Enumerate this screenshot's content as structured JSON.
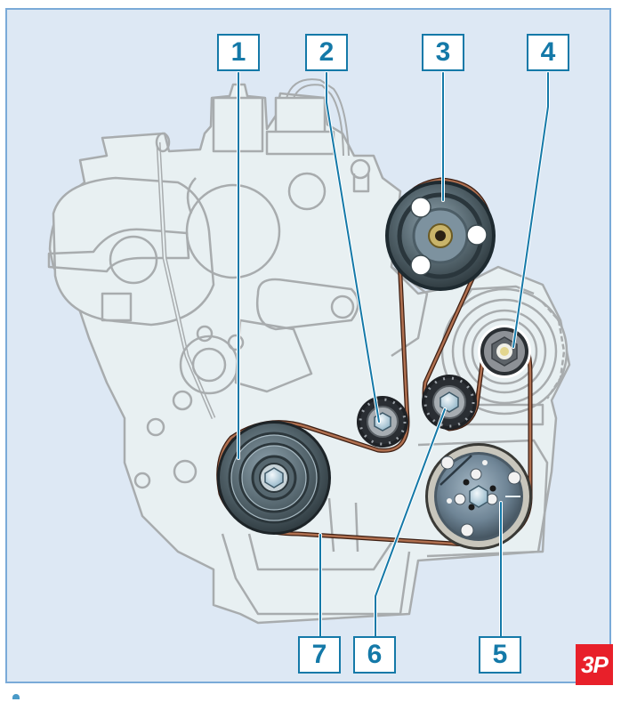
{
  "figure": {
    "type": "technical-illustration",
    "subject": "engine accessory drive belt layout",
    "colors": {
      "background": "#dde8f4",
      "frame_border": "#7aaad8",
      "engine_fill": "#e8f0f2",
      "engine_outline": "#a8acae",
      "belt": "#8a4a2a",
      "leader_line": "#1479a8",
      "label_text": "#1479a8",
      "pulley_dark": "#3c4a50",
      "pulley_mid": "#6f8290",
      "logo_bg": "#e8202a",
      "logo_text": "#ffffff"
    }
  },
  "callouts": [
    {
      "id": "1",
      "label": "1",
      "target": "crankshaft-pulley",
      "position": "top"
    },
    {
      "id": "2",
      "label": "2",
      "target": "idler-pulley",
      "position": "top"
    },
    {
      "id": "3",
      "label": "3",
      "target": "power-steering-pump-pulley",
      "position": "top"
    },
    {
      "id": "4",
      "label": "4",
      "target": "alternator-pulley",
      "position": "top"
    },
    {
      "id": "5",
      "label": "5",
      "target": "ac-compressor-pulley",
      "position": "bottom"
    },
    {
      "id": "6",
      "label": "6",
      "target": "tensioner-pulley",
      "position": "bottom"
    },
    {
      "id": "7",
      "label": "7",
      "target": "drive-belt",
      "position": "bottom"
    }
  ],
  "logo": {
    "text": "3P"
  }
}
